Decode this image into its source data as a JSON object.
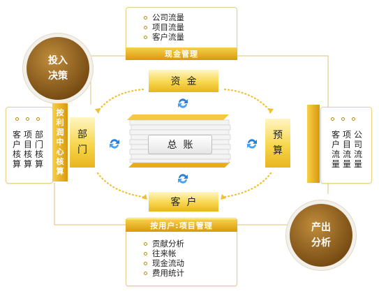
{
  "top_panel": {
    "items": [
      "公司流量",
      "项目流量",
      "客户流量"
    ],
    "header": "现金管理",
    "block": "资  金"
  },
  "bottom_panel": {
    "header": "按用户:项目管理",
    "block": "客  户",
    "items": [
      "贡献分析",
      "往来帐",
      "现金流动",
      "费用统计"
    ]
  },
  "left_panel": {
    "columns": [
      "客户核算",
      "项目核算",
      "部门核算"
    ],
    "vertical_bar": "按利润中心核算",
    "block": "部\n门"
  },
  "right_panel": {
    "columns": [
      "客户流量",
      "项目流量",
      "公司流量"
    ],
    "block": "预\n算"
  },
  "center": {
    "label": "总  账"
  },
  "circles": {
    "input": "投入\n决策",
    "output": "产出\n分析"
  },
  "colors": {
    "gold": "#e6a918",
    "brown": "#7a4e15",
    "arrow_blue": "#2d7fd3",
    "dotted_gold": "#f0c030"
  }
}
